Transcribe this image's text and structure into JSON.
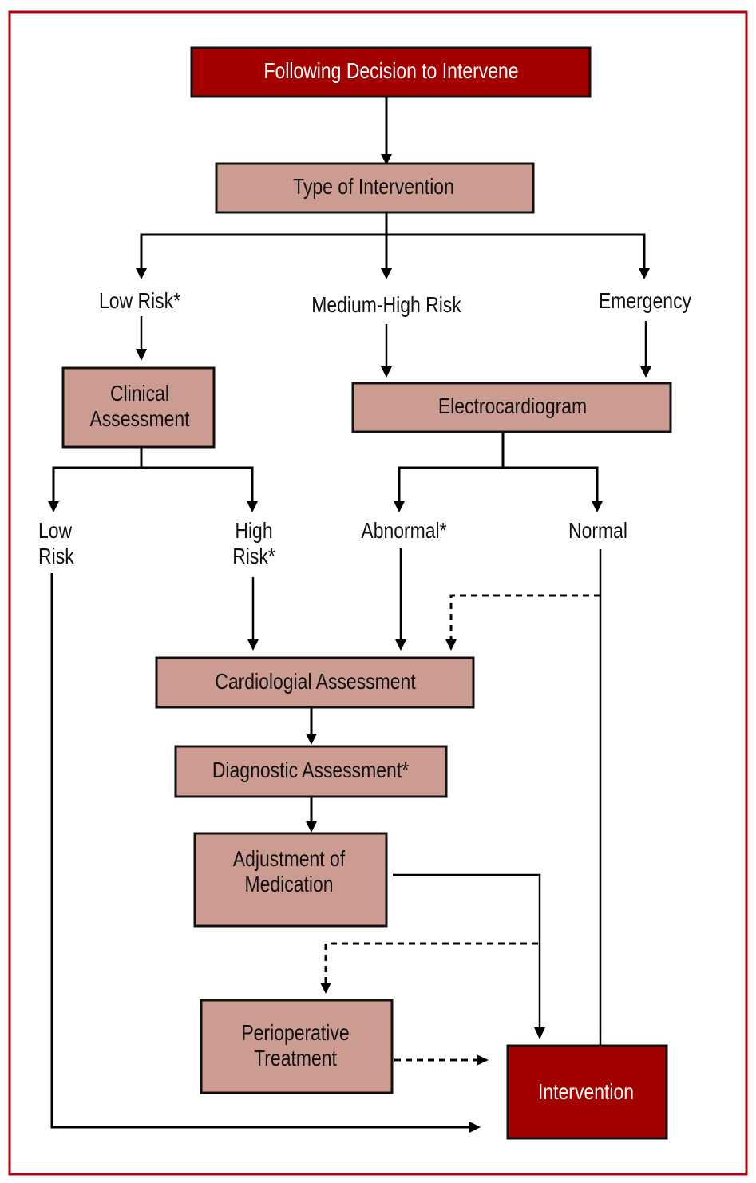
{
  "diagram": {
    "colors": {
      "frame": "#b5000d",
      "terminal_box": "#a30000",
      "process_box": "#cc9b91",
      "terminal_text": "#ffffff",
      "process_text": "#111111"
    },
    "nodes": {
      "start": "Following Decision to Intervene",
      "type_of_intervention": "Type of Intervention",
      "clinical_assessment": [
        "Clinical",
        "Assessment"
      ],
      "electrocardiogram": "Electrocardiogram",
      "cardiologial_assessment": "Cardiologial Assessment",
      "diagnostic_assessment": "Diagnostic Assessment*",
      "adjustment_of_medication": [
        "Adjustment of",
        "Medication"
      ],
      "perioperative_treatment": [
        "Perioperative",
        "Treatment"
      ],
      "intervention": "Intervention"
    },
    "labels": {
      "low_risk_star": "Low Risk*",
      "medium_high_risk": "Medium-High Risk",
      "emergency": "Emergency",
      "low_risk": [
        "Low",
        "Risk"
      ],
      "high_risk_star": [
        "High",
        "Risk*"
      ],
      "abnormal_star": "Abnormal*",
      "normal": "Normal"
    },
    "edges": [
      {
        "from": "start",
        "to": "type_of_intervention",
        "style": "solid"
      },
      {
        "from": "type_of_intervention",
        "to": "low_risk_star",
        "style": "solid"
      },
      {
        "from": "type_of_intervention",
        "to": "medium_high_risk",
        "style": "solid"
      },
      {
        "from": "type_of_intervention",
        "to": "emergency",
        "style": "solid"
      },
      {
        "from": "low_risk_star",
        "to": "clinical_assessment",
        "style": "solid"
      },
      {
        "from": "medium_high_risk",
        "to": "electrocardiogram",
        "style": "solid"
      },
      {
        "from": "emergency",
        "to": "electrocardiogram",
        "style": "solid"
      },
      {
        "from": "clinical_assessment",
        "to": "low_risk",
        "style": "solid"
      },
      {
        "from": "clinical_assessment",
        "to": "high_risk_star",
        "style": "solid"
      },
      {
        "from": "electrocardiogram",
        "to": "abnormal_star",
        "style": "solid"
      },
      {
        "from": "electrocardiogram",
        "to": "normal",
        "style": "solid"
      },
      {
        "from": "high_risk_star",
        "to": "cardiologial_assessment",
        "style": "solid"
      },
      {
        "from": "abnormal_star",
        "to": "cardiologial_assessment",
        "style": "solid"
      },
      {
        "from": "normal",
        "to": "cardiologial_assessment",
        "style": "dashed"
      },
      {
        "from": "normal",
        "to": "intervention",
        "style": "solid"
      },
      {
        "from": "cardiologial_assessment",
        "to": "diagnostic_assessment",
        "style": "solid"
      },
      {
        "from": "diagnostic_assessment",
        "to": "adjustment_of_medication",
        "style": "solid"
      },
      {
        "from": "adjustment_of_medication",
        "to": "intervention",
        "style": "solid"
      },
      {
        "from": "adjustment_of_medication",
        "to": "perioperative_treatment",
        "style": "dashed"
      },
      {
        "from": "perioperative_treatment",
        "to": "intervention",
        "style": "dashed"
      },
      {
        "from": "low_risk",
        "to": "intervention",
        "style": "solid"
      }
    ]
  }
}
